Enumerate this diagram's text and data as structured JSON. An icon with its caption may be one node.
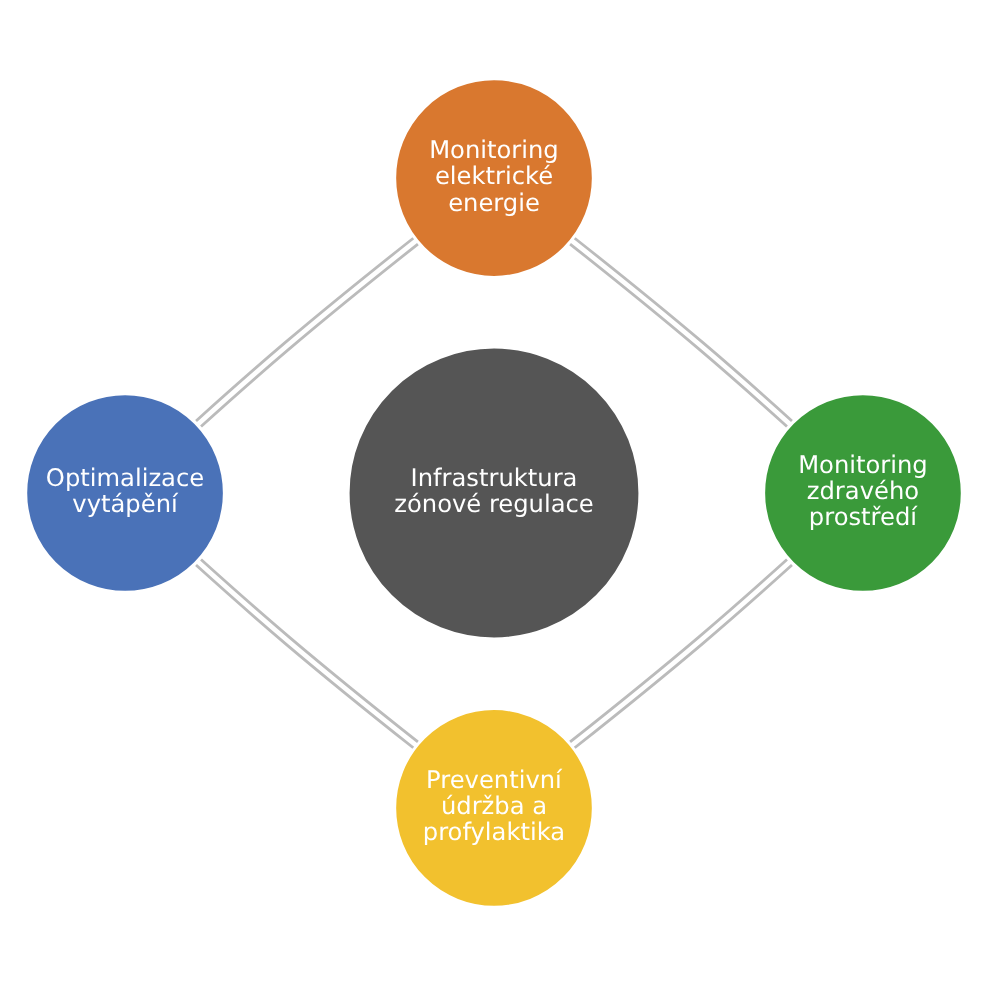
{
  "diagram": {
    "nodes": [
      {
        "text": [
          "Monitoring elektrické energie"
        ]
      },
      {
        "text": [
          "Optimalizace vytápění"
        ]
      },
      {
        "text": [
          "Infrastruktura zónové regulace"
        ]
      },
      {
        "text": [
          "Monitoring zdravého prostředí"
        ]
      },
      {
        "text": [
          "Preventivní údržba a profylaktika"
        ]
      }
    ],
    "edges": [
      {
        "from": 0,
        "to": 3,
        "arrow": "none"
      },
      {
        "from": 3,
        "to": 4,
        "arrow": "none"
      },
      {
        "from": 1,
        "to": 4,
        "arrow": "none"
      },
      {
        "from": 0,
        "to": 1,
        "arrow": "none"
      }
    ]
  }
}
